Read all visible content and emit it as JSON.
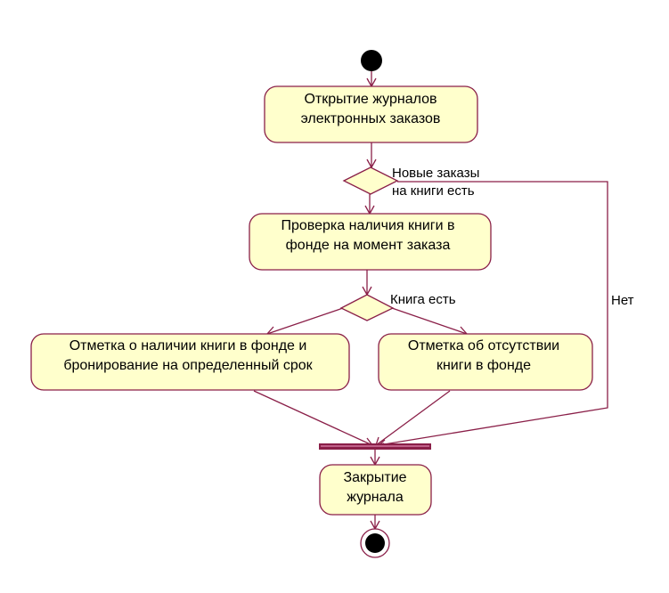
{
  "diagram": {
    "activities": {
      "open_journals": [
        "Открытие журналов",
        "электронных заказов"
      ],
      "check_availability": [
        "Проверка наличия книги в",
        "фонде на момент заказа"
      ],
      "mark_available": [
        "Отметка о наличии книги в фонде и",
        "бронирование на определенный срок"
      ],
      "mark_absent": [
        "Отметка об отсутствии",
        "книги в фонде"
      ],
      "close_journal": [
        "Закрытие",
        "журнала"
      ]
    },
    "guards": {
      "new_orders": [
        "Новые заказы",
        "на книги есть"
      ],
      "book_exists": "Книга есть",
      "no": "Нет"
    },
    "colors": {
      "line": "#8a1f48",
      "activity_fill": "#ffffcc",
      "node_black": "#000000"
    }
  }
}
